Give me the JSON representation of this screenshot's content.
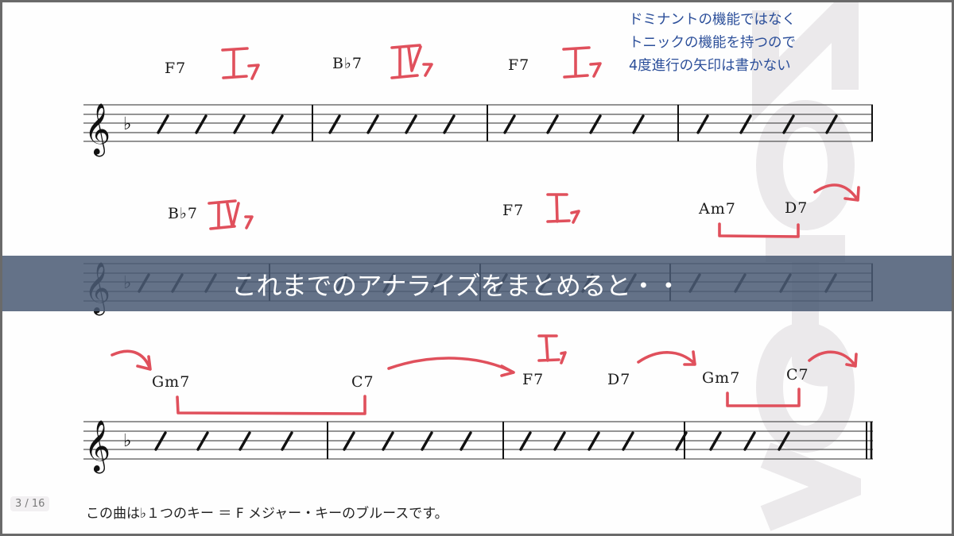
{
  "slide": {
    "page_indicator": "3 / 16",
    "banner_text": "これまでのアナライズをまとめると・・",
    "caption": "この曲は♭１つのキー ＝ F メジャー・キーのブルースです。",
    "note_lines": [
      "ドミナントの機能ではなく",
      "トニックの機能を持つので",
      "4度進行の矢印は書かない"
    ],
    "colors": {
      "annotation_red": "#e0505c",
      "note_blue": "#2c4f9a",
      "banner_bg": "#4a5b74",
      "banner_staff": "#1f4d72"
    }
  },
  "score": {
    "key_signature": "F major (1 flat)",
    "clef": "treble",
    "systems": [
      {
        "chords": [
          {
            "label": "F7",
            "roman": "Ⅰ7"
          },
          {
            "label": "B♭7",
            "roman": "Ⅳ7"
          },
          {
            "label": "F7",
            "roman": "Ⅰ7"
          },
          {
            "label": "",
            "roman": ""
          }
        ]
      },
      {
        "chords": [
          {
            "label": "B♭7",
            "roman": "Ⅳ7"
          },
          {
            "label": "F7",
            "roman": "Ⅰ7"
          },
          {
            "label": "Am7",
            "roman": ""
          },
          {
            "label": "D7",
            "roman": ""
          }
        ]
      },
      {
        "chords": [
          {
            "label": "Gm7",
            "roman": ""
          },
          {
            "label": "C7",
            "roman": ""
          },
          {
            "label": "F7",
            "roman": "Ⅰ7"
          },
          {
            "label": "D7",
            "roman": ""
          },
          {
            "label": "Gm7",
            "roman": ""
          },
          {
            "label": "C7",
            "roman": ""
          }
        ]
      }
    ]
  }
}
